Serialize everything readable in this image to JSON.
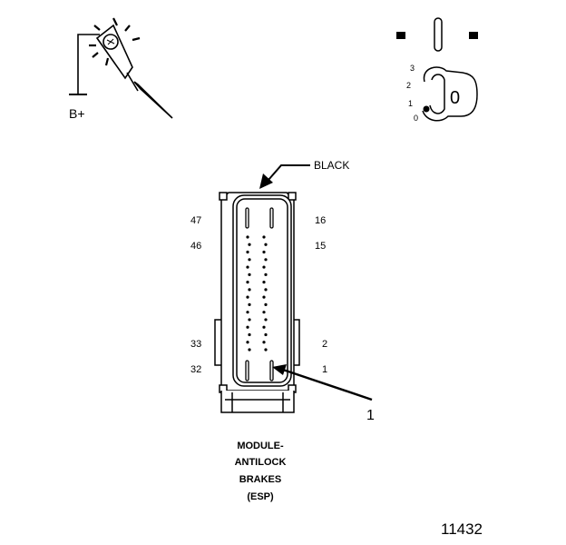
{
  "labels": {
    "battery": "B+",
    "wire_color": "BLACK",
    "pin_47": "47",
    "pin_16": "16",
    "pin_46": "46",
    "pin_15": "15",
    "pin_33": "33",
    "pin_2": "2",
    "pin_32": "32",
    "pin_1": "1",
    "callout": "1",
    "figure_number": "11432"
  },
  "ignition": {
    "positions": [
      "3",
      "2",
      "1",
      "0"
    ],
    "key_label": "0"
  },
  "module": {
    "title_lines": [
      "MODULE-",
      "ANTILOCK",
      "BRAKES",
      "(ESP)"
    ]
  },
  "connector": {
    "pin_columns": 2,
    "pins_per_column": 16
  }
}
